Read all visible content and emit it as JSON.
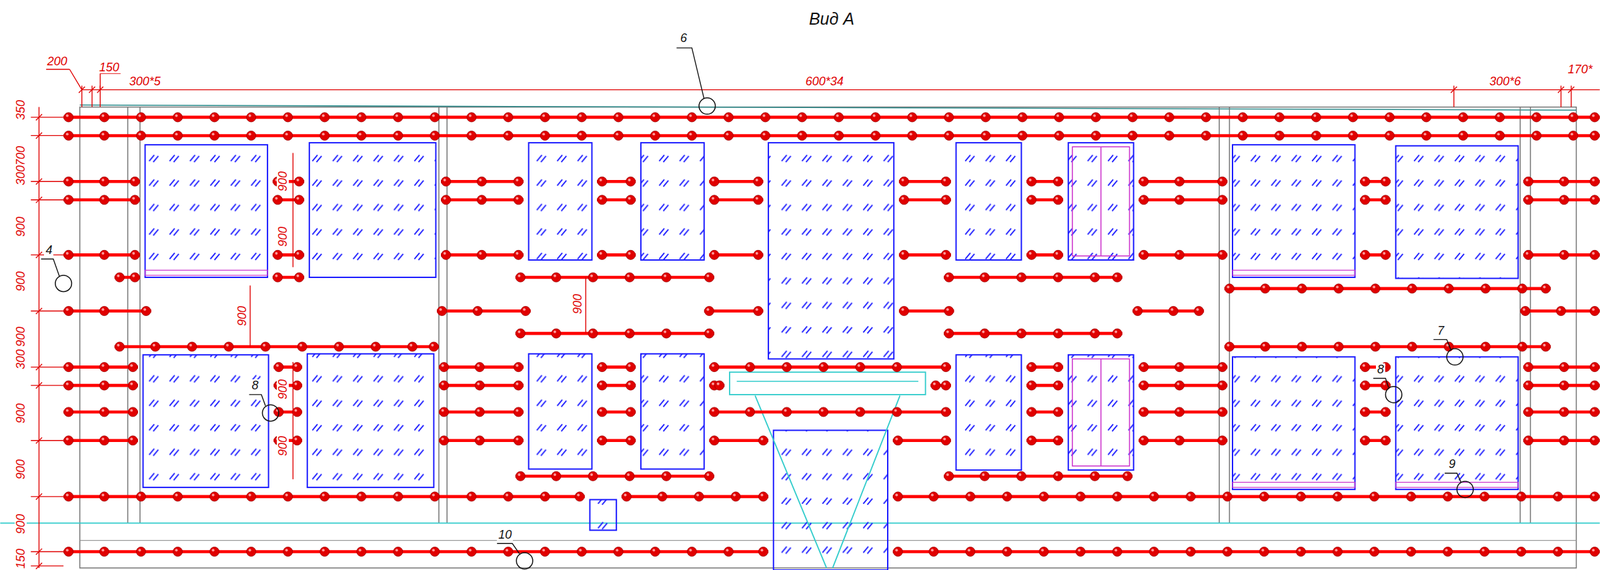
{
  "diagram": {
    "title": "Вид А",
    "labels": [
      "6",
      "200",
      "150",
      "300*5",
      "600*34",
      "300*6",
      "170*",
      "350",
      "700",
      "300",
      "900",
      "900",
      "900",
      "300",
      "900",
      "900",
      "900",
      "150",
      "4",
      "900",
      "900",
      "900",
      "900",
      "900",
      "900",
      "8",
      "7",
      "8",
      "9",
      "10"
    ]
  }
}
